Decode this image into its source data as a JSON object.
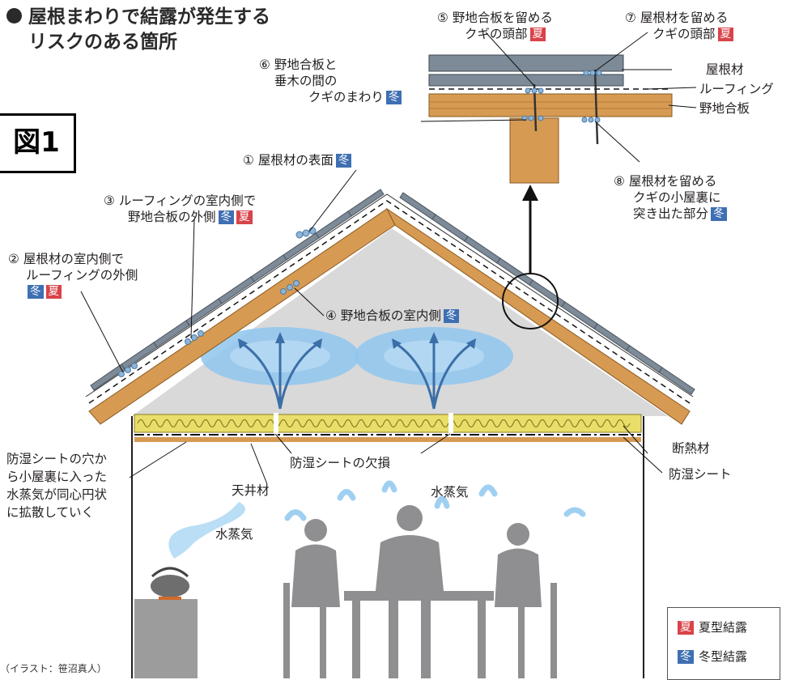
{
  "title": {
    "line1": "屋根まわりで結露が発生する",
    "line2": "リスクのある箇所"
  },
  "figure_label": "図1",
  "seasons": {
    "winter": "冬",
    "summer": "夏"
  },
  "colors": {
    "winter_tag": "#3f6fb3",
    "summer_tag": "#d9434a",
    "vapor": "#8fc6ee",
    "wood": "#d79a52"
  },
  "callouts": {
    "c1": {
      "text": "① 屋根材の表面"
    },
    "c2": {
      "line1": "② 屋根材の室内側で",
      "line2": "ルーフィングの外側"
    },
    "c3": {
      "line1": "③ ルーフィングの室内側で",
      "line2": "野地合板の外側"
    },
    "c4": {
      "text": "④ 野地合板の室内側"
    },
    "c5": {
      "line1": "⑤ 野地合板を留める",
      "line2": "クギの頭部"
    },
    "c6": {
      "line1": "⑥ 野地合板と",
      "line2": "垂木の間の",
      "line3": "クギのまわり"
    },
    "c7": {
      "line1": "⑦ 屋根材を留める",
      "line2": "クギの頭部"
    },
    "c8": {
      "line1": "⑧ 屋根材を留める",
      "line2": "クギの小屋裏に",
      "line3": "突き出た部分"
    }
  },
  "detail_labels": {
    "roofing_material": "屋根材",
    "roofing_felt": "ルーフィング",
    "sheathing": "野地合板"
  },
  "house_labels": {
    "insulation": "断熱材",
    "vapor_barrier": "防湿シート",
    "barrier_damage": "防湿シートの欠損",
    "ceiling": "天井材",
    "steam_kettle": "水蒸気",
    "steam_people": "水蒸気",
    "diffusion_note": [
      "防湿シートの穴か",
      "ら小屋裏に入った",
      "水蒸気が同心円状",
      "に拡散していく"
    ]
  },
  "legend": {
    "summer_label": "夏型結露",
    "winter_label": "冬型結露"
  },
  "credit": "（イラスト：笹沼真人）"
}
